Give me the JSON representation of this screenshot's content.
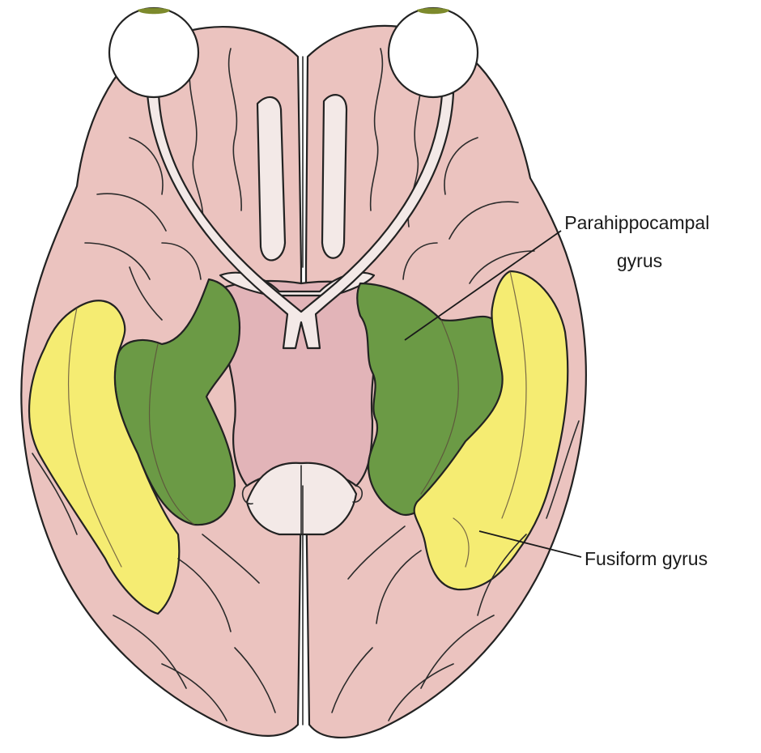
{
  "labels": {
    "parahippocampal_line1": "Parahippocampal",
    "parahippocampal_line2": "gyrus",
    "fusiform": "Fusiform gyrus"
  },
  "colors": {
    "background": "#ffffff",
    "cortex": "#ebc3bf",
    "cortex_inner": "#e2b4b8",
    "parahippocampal": "#6b9a45",
    "fusiform": "#f5ec72",
    "nerve": "#f3e9e7",
    "eyeball": "#ffffff",
    "pupil": "#7d8a2c",
    "outline": "#222222"
  }
}
